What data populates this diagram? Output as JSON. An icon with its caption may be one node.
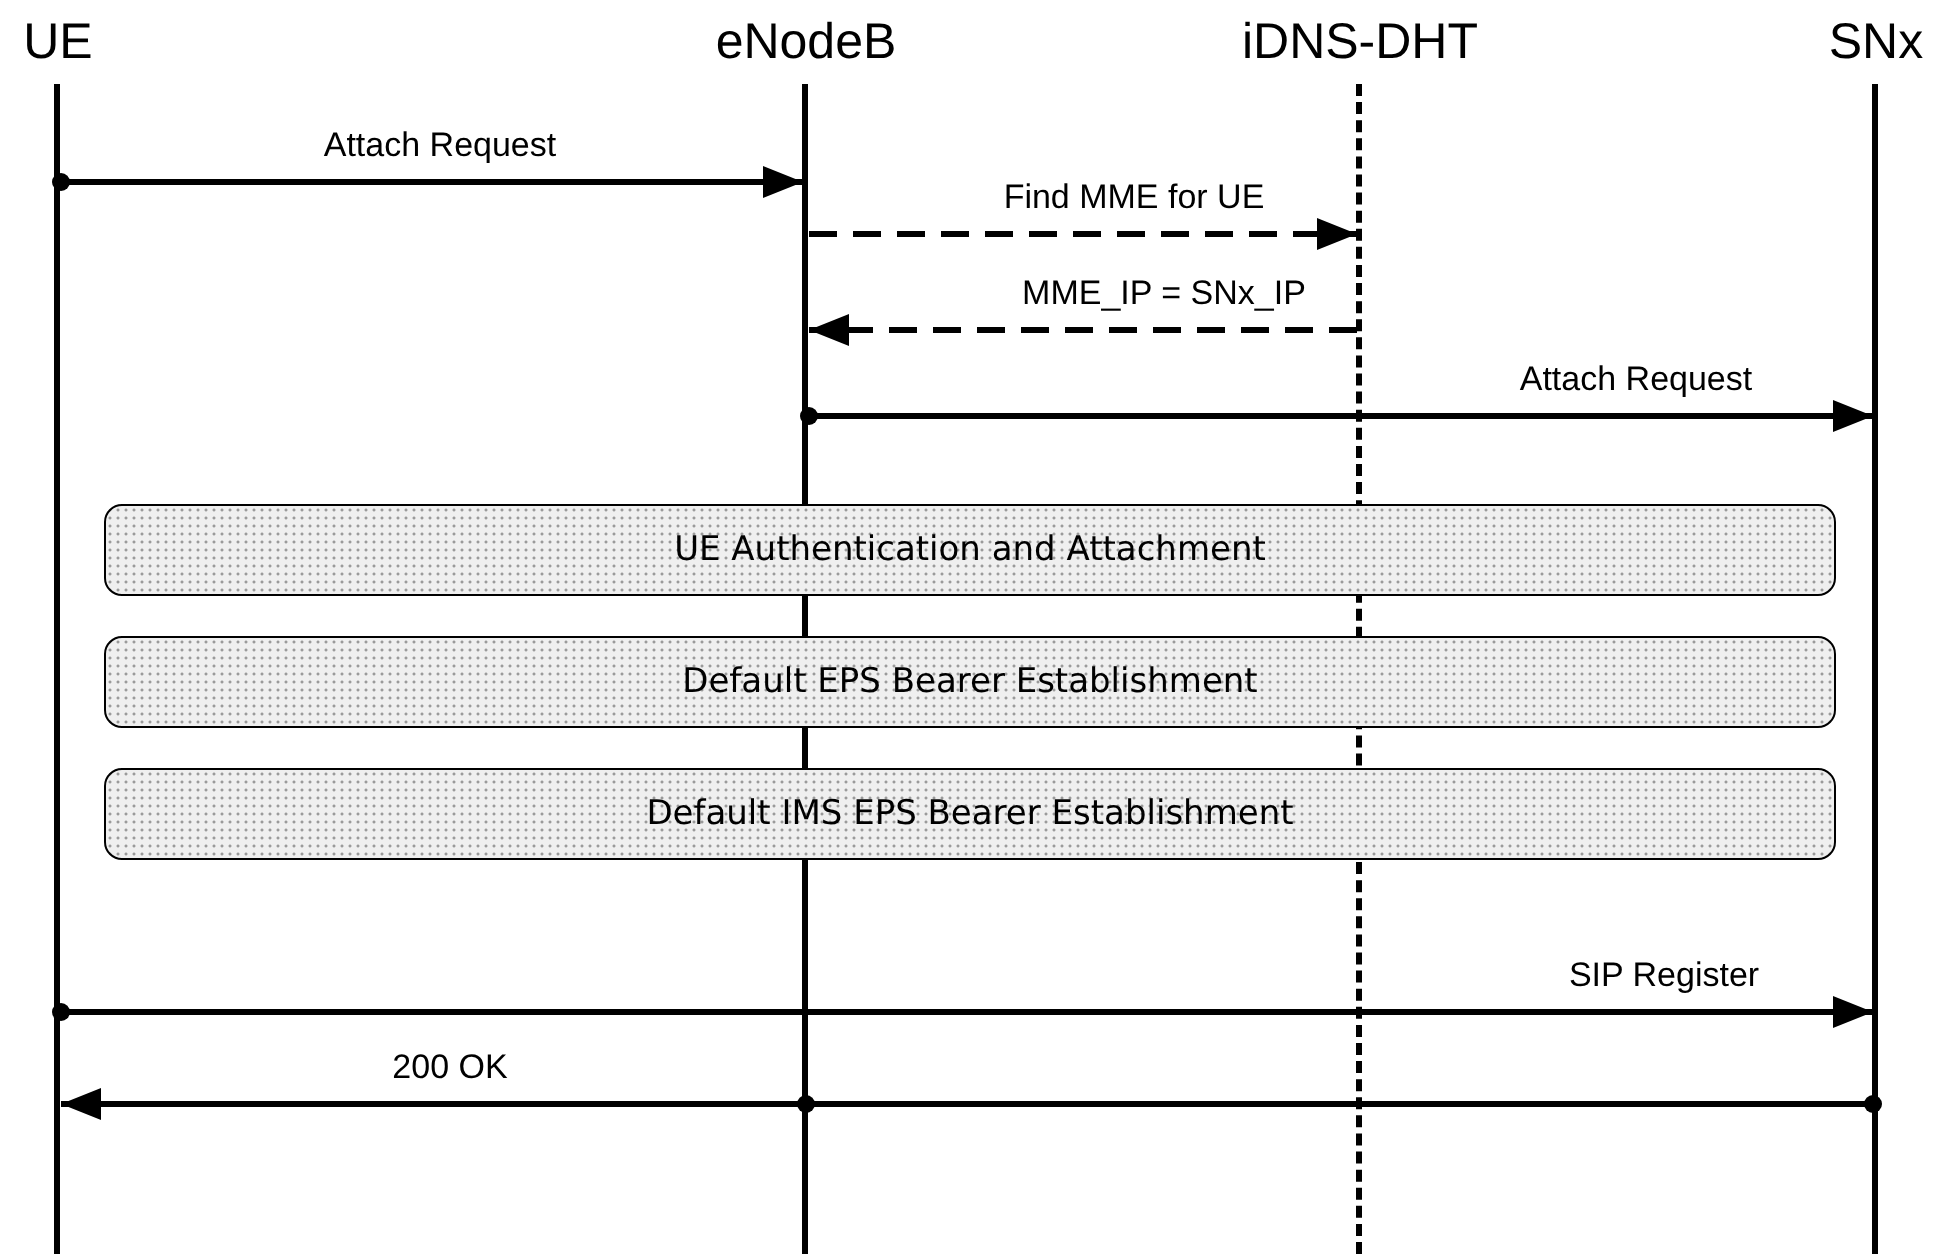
{
  "diagram": {
    "nodes": [
      {
        "text": [
          "UE"
        ]
      },
      {
        "text": [
          "eNodeB"
        ]
      },
      {
        "text": [
          "iDNS-DHT"
        ]
      },
      {
        "text": [
          "SNx"
        ]
      },
      {
        "text": [
          "UE Authentication and Attachment"
        ]
      },
      {
        "text": [
          "Default EPS Bearer Establishment"
        ]
      },
      {
        "text": [
          "Default IMS EPS Bearer Establishment"
        ]
      }
    ],
    "edges": [
      {
        "from": 0,
        "to": 1,
        "arrow": "to",
        "label": "Attach Request"
      },
      {
        "from": 1,
        "to": 2,
        "arrow": "to",
        "label": "Find MME for UE",
        "style": "dashed"
      },
      {
        "from": 2,
        "to": 1,
        "arrow": "to",
        "label": "MME_IP = SNx_IP",
        "style": "dashed"
      },
      {
        "from": 1,
        "to": 3,
        "arrow": "to",
        "label": "Attach Request"
      },
      {
        "from": 0,
        "to": 3,
        "arrow": "to",
        "label": "SIP Register"
      },
      {
        "from": 3,
        "to": 0,
        "arrow": "to",
        "label": "200 OK"
      }
    ]
  }
}
